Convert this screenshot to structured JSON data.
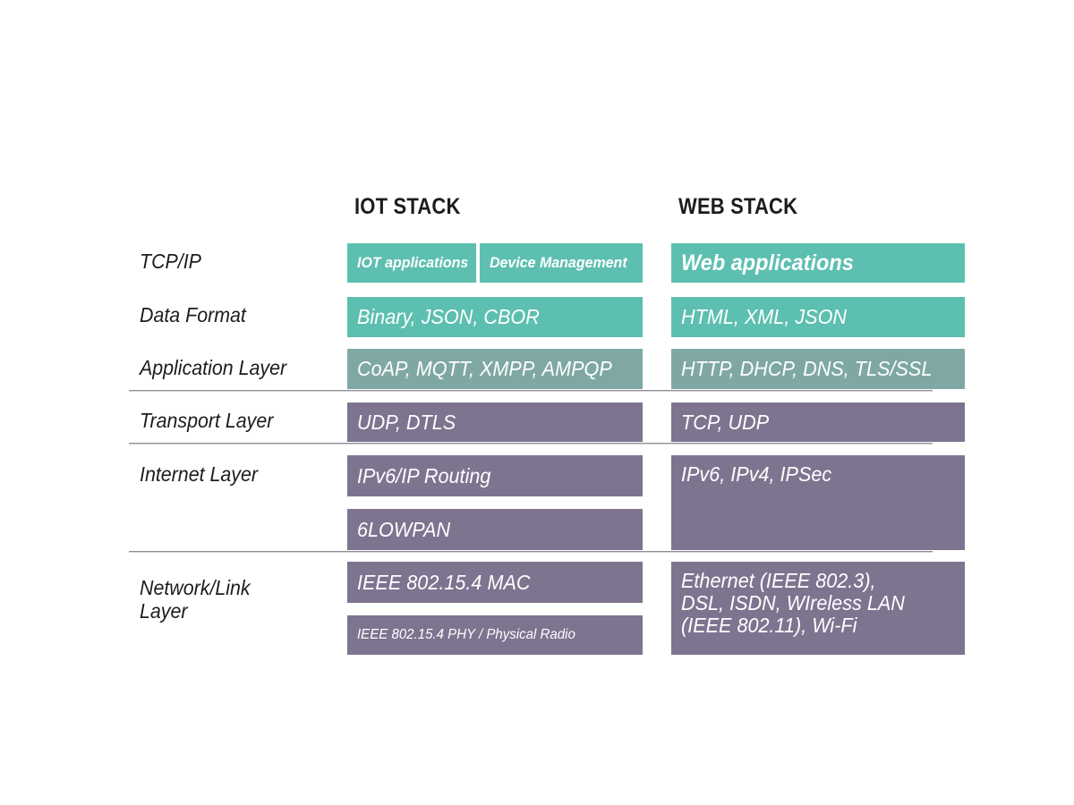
{
  "diagram": {
    "title_visible": false,
    "columns": [
      {
        "id": "iot",
        "header": "IOT STACK"
      },
      {
        "id": "web",
        "header": "WEB STACK"
      }
    ],
    "row_labels": [
      {
        "id": "tcpip",
        "label": "TCP/IP"
      },
      {
        "id": "dataformat",
        "label": "Data Format"
      },
      {
        "id": "applayer",
        "label": "Application Layer"
      },
      {
        "id": "transport",
        "label": "Transport Layer"
      },
      {
        "id": "internet",
        "label": "Internet Layer"
      },
      {
        "id": "netlink",
        "label": "Network/Link\nLayer"
      }
    ],
    "iot_cells": [
      {
        "id": "iot-applications",
        "text": "IOT applications"
      },
      {
        "id": "device-management",
        "text": "Device Management"
      },
      {
        "id": "iot-data-format",
        "text": "Binary, JSON, CBOR"
      },
      {
        "id": "iot-app-layer",
        "text": "CoAP, MQTT, XMPP, AMPQP"
      },
      {
        "id": "iot-transport",
        "text": "UDP, DTLS"
      },
      {
        "id": "iot-internet",
        "text": "IPv6/IP Routing"
      },
      {
        "id": "iot-6lowpan",
        "text": "6LOWPAN"
      },
      {
        "id": "iot-mac",
        "text": "IEEE 802.15.4 MAC"
      },
      {
        "id": "iot-phy",
        "text": "IEEE 802.15.4 PHY / Physical Radio"
      }
    ],
    "web_cells": [
      {
        "id": "web-applications",
        "text": "Web applications"
      },
      {
        "id": "web-data-format",
        "text": "HTML, XML, JSON"
      },
      {
        "id": "web-app-layer",
        "text": "HTTP, DHCP, DNS, TLS/SSL"
      },
      {
        "id": "web-transport",
        "text": "TCP, UDP"
      },
      {
        "id": "web-internet",
        "text": "IPv6, IPv4, IPSec"
      },
      {
        "id": "web-netlink",
        "text": "Ethernet (IEEE 802.3),\nDSL, ISDN, WIreless LAN\n(IEEE 802.11), Wi-Fi"
      }
    ],
    "colors": {
      "teal": "#5dbfb0",
      "teal_grey": "#7fa8a4",
      "purple": "#7e7490",
      "divider": "#8d8d93",
      "text_dark": "#1c1c1c",
      "text_light": "#ffffff",
      "background": "#ffffff"
    }
  }
}
